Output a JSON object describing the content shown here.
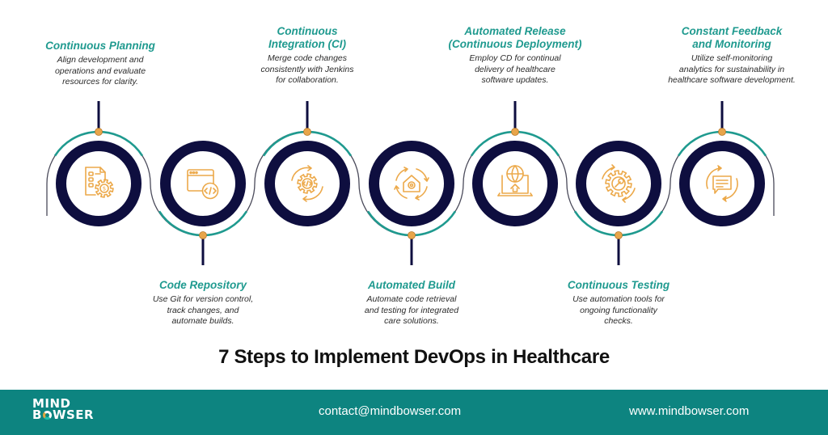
{
  "title": "7 Steps to Implement DevOps in Healthcare",
  "colors": {
    "accent_teal": "#1f9a8f",
    "ring_navy": "#0e0e3f",
    "icon_orange": "#eca94a",
    "dot_orange": "#e8a54a",
    "footer_bg": "#0d8480",
    "text_dark": "#2b2b2b"
  },
  "steps": [
    {
      "index": 1,
      "title": "Continuous Planning",
      "description": "Align development and\noperations and evaluate\nresources for clarity.",
      "icon": "document-gear-dollar-icon",
      "position": "top"
    },
    {
      "index": 2,
      "title": "Code Repository",
      "description": "Use Git for version control,\ntrack changes, and\nautomate builds.",
      "icon": "browser-code-icon",
      "position": "bottom"
    },
    {
      "index": 3,
      "title": "Continuous\nIntegration (CI)",
      "description": "Merge code changes\nconsistently with Jenkins\nfor collaboration.",
      "icon": "gear-code-cycle-icon",
      "position": "top"
    },
    {
      "index": 4,
      "title": "Automated Build",
      "description": "Automate code retrieval\nand testing for integrated\ncare solutions.",
      "icon": "house-cycle-icon",
      "position": "bottom"
    },
    {
      "index": 5,
      "title": "Automated Release\n(Continuous Deployment)",
      "description": "Employ CD for continual\ndelivery of healthcare\nsoftware updates.",
      "icon": "laptop-globe-upload-icon",
      "position": "top"
    },
    {
      "index": 6,
      "title": "Continuous Testing",
      "description": "Use automation tools for\nongoing functionality\nchecks.",
      "icon": "gear-wrench-cycle-icon",
      "position": "bottom"
    },
    {
      "index": 7,
      "title": "Constant Feedback\nand Monitoring",
      "description": "Utilize self-monitoring\nanalytics for sustainability in\nhealthcare software development.",
      "icon": "chat-cycle-icon",
      "position": "top"
    }
  ],
  "footer": {
    "logo_line1": "MIND",
    "logo_line2_pre": "B",
    "logo_line2_post": "WSER",
    "email": "contact@mindbowser.com",
    "website": "www.mindbowser.com"
  }
}
